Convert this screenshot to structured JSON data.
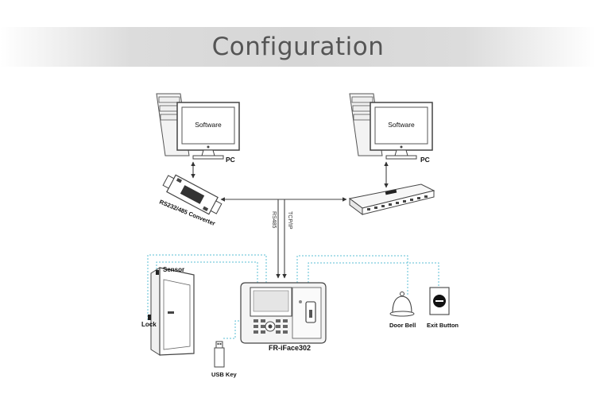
{
  "header": {
    "title": "Configuration"
  },
  "diagram": {
    "pc_left": {
      "screen_text": "Software",
      "label": "PC"
    },
    "pc_right": {
      "screen_text": "Software",
      "label": "PC"
    },
    "converter": {
      "label": "RS232/485 Converter"
    },
    "switch": {
      "badge": ""
    },
    "lines": {
      "rs485": "RS485",
      "tcpip": "TCP/IP"
    },
    "device": {
      "label": "FR-iFace302"
    },
    "door": {
      "sensor_label": "Sensor",
      "lock_label": "Lock"
    },
    "accessories": {
      "usb_label": "USB Key",
      "bell_label": "Door Bell",
      "exit_label": "Exit Button"
    },
    "colors": {
      "data_line": "#5bbfd6",
      "hardware_line": "#555555"
    }
  }
}
